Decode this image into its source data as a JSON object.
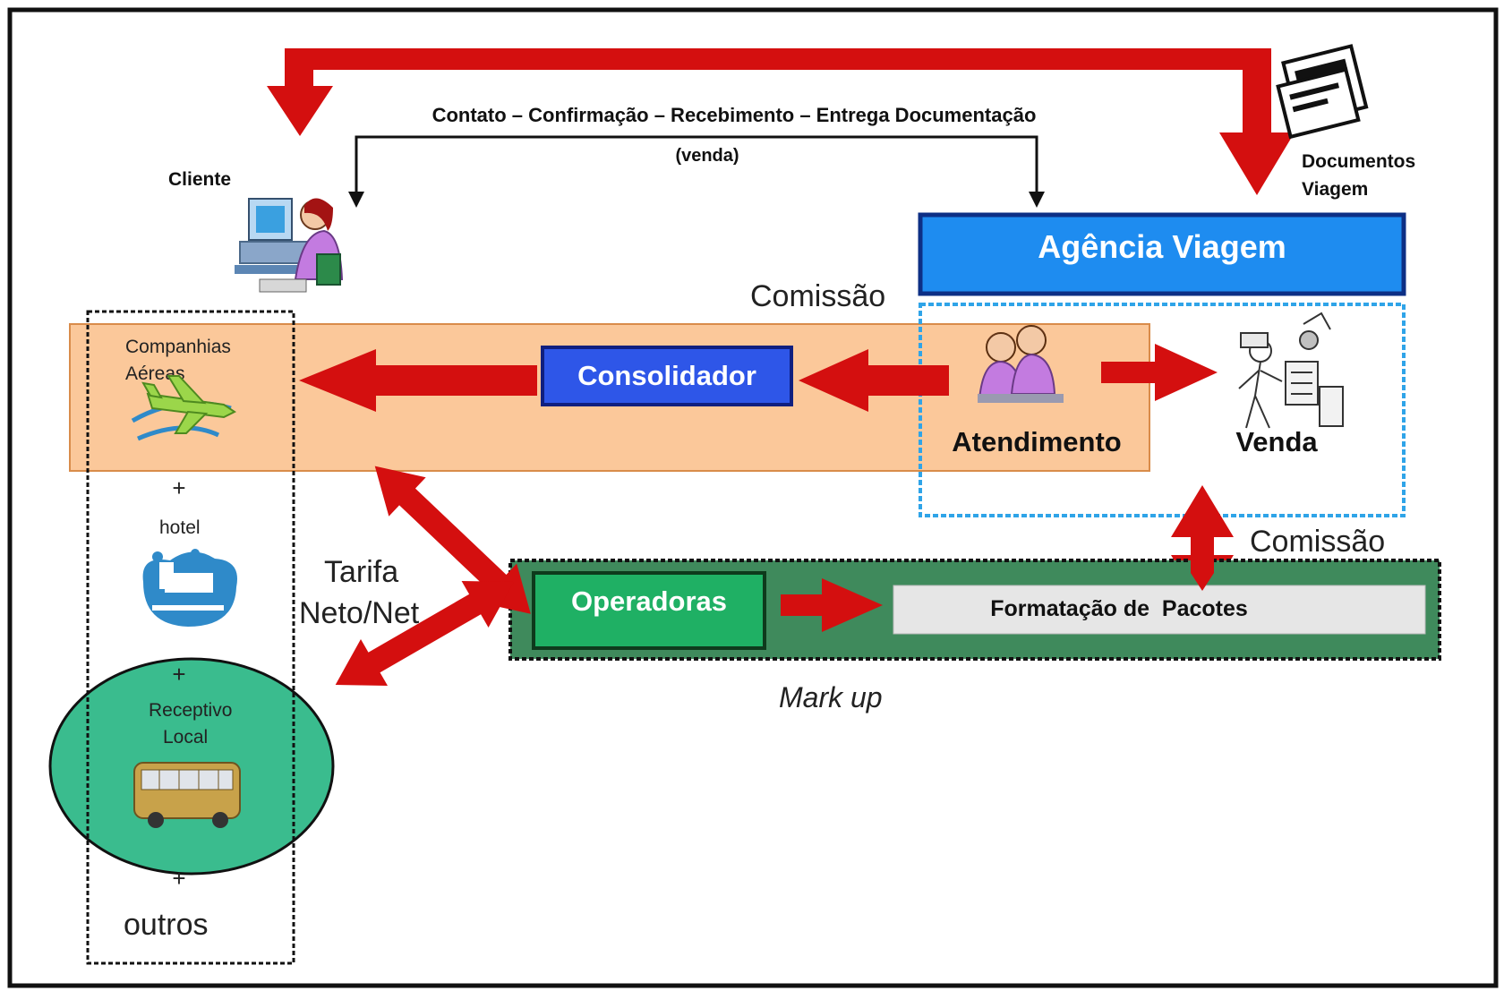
{
  "top_flow": {
    "label": "Contato – Confirmação – Recebimento – Entrega Documentação",
    "sub_label": "(venda)"
  },
  "cliente": {
    "label": "Cliente"
  },
  "documentos": {
    "label_line1": "Documentos",
    "label_line2": "Viagem"
  },
  "agencia": {
    "label": "Agência Viagem"
  },
  "comissao_top": "Comissão",
  "comissao_bottom": "Comissão",
  "consolidador": {
    "label": "Consolidador"
  },
  "atendimento": {
    "label": "Atendimento"
  },
  "venda": {
    "label": "Venda"
  },
  "suppliers": {
    "companhias_line1": "Companhias",
    "companhias_line2": "Aéreas",
    "plus1": "+",
    "hotel": "hotel",
    "plus2": "+",
    "receptivo_line1": "Receptivo",
    "receptivo_line2": "Local",
    "plus3": "+",
    "outros": "outros"
  },
  "tarifa": {
    "line1": "Tarifa",
    "line2": "Neto/Net"
  },
  "operadoras": {
    "label": "Operadoras"
  },
  "formatacao": {
    "label": "Formatação de  Pacotes"
  },
  "markup": {
    "label": "Mark up"
  },
  "colors": {
    "red_arrow": "#d40f0f",
    "agencia_blue": "#1e8cf0",
    "consolidador_blue": "#2e56e8",
    "peach_band": "#fbc89a",
    "operadoras_green": "#1fb064",
    "dark_green_band": "#3f8a5c",
    "receptivo_teal": "#17b07a"
  },
  "icons": [
    "woman-at-computer-icon",
    "travel-documents-icon",
    "two-agents-icon",
    "traveler-sale-icon",
    "airplane-icon",
    "hotel-bed-icon",
    "bus-icon"
  ]
}
